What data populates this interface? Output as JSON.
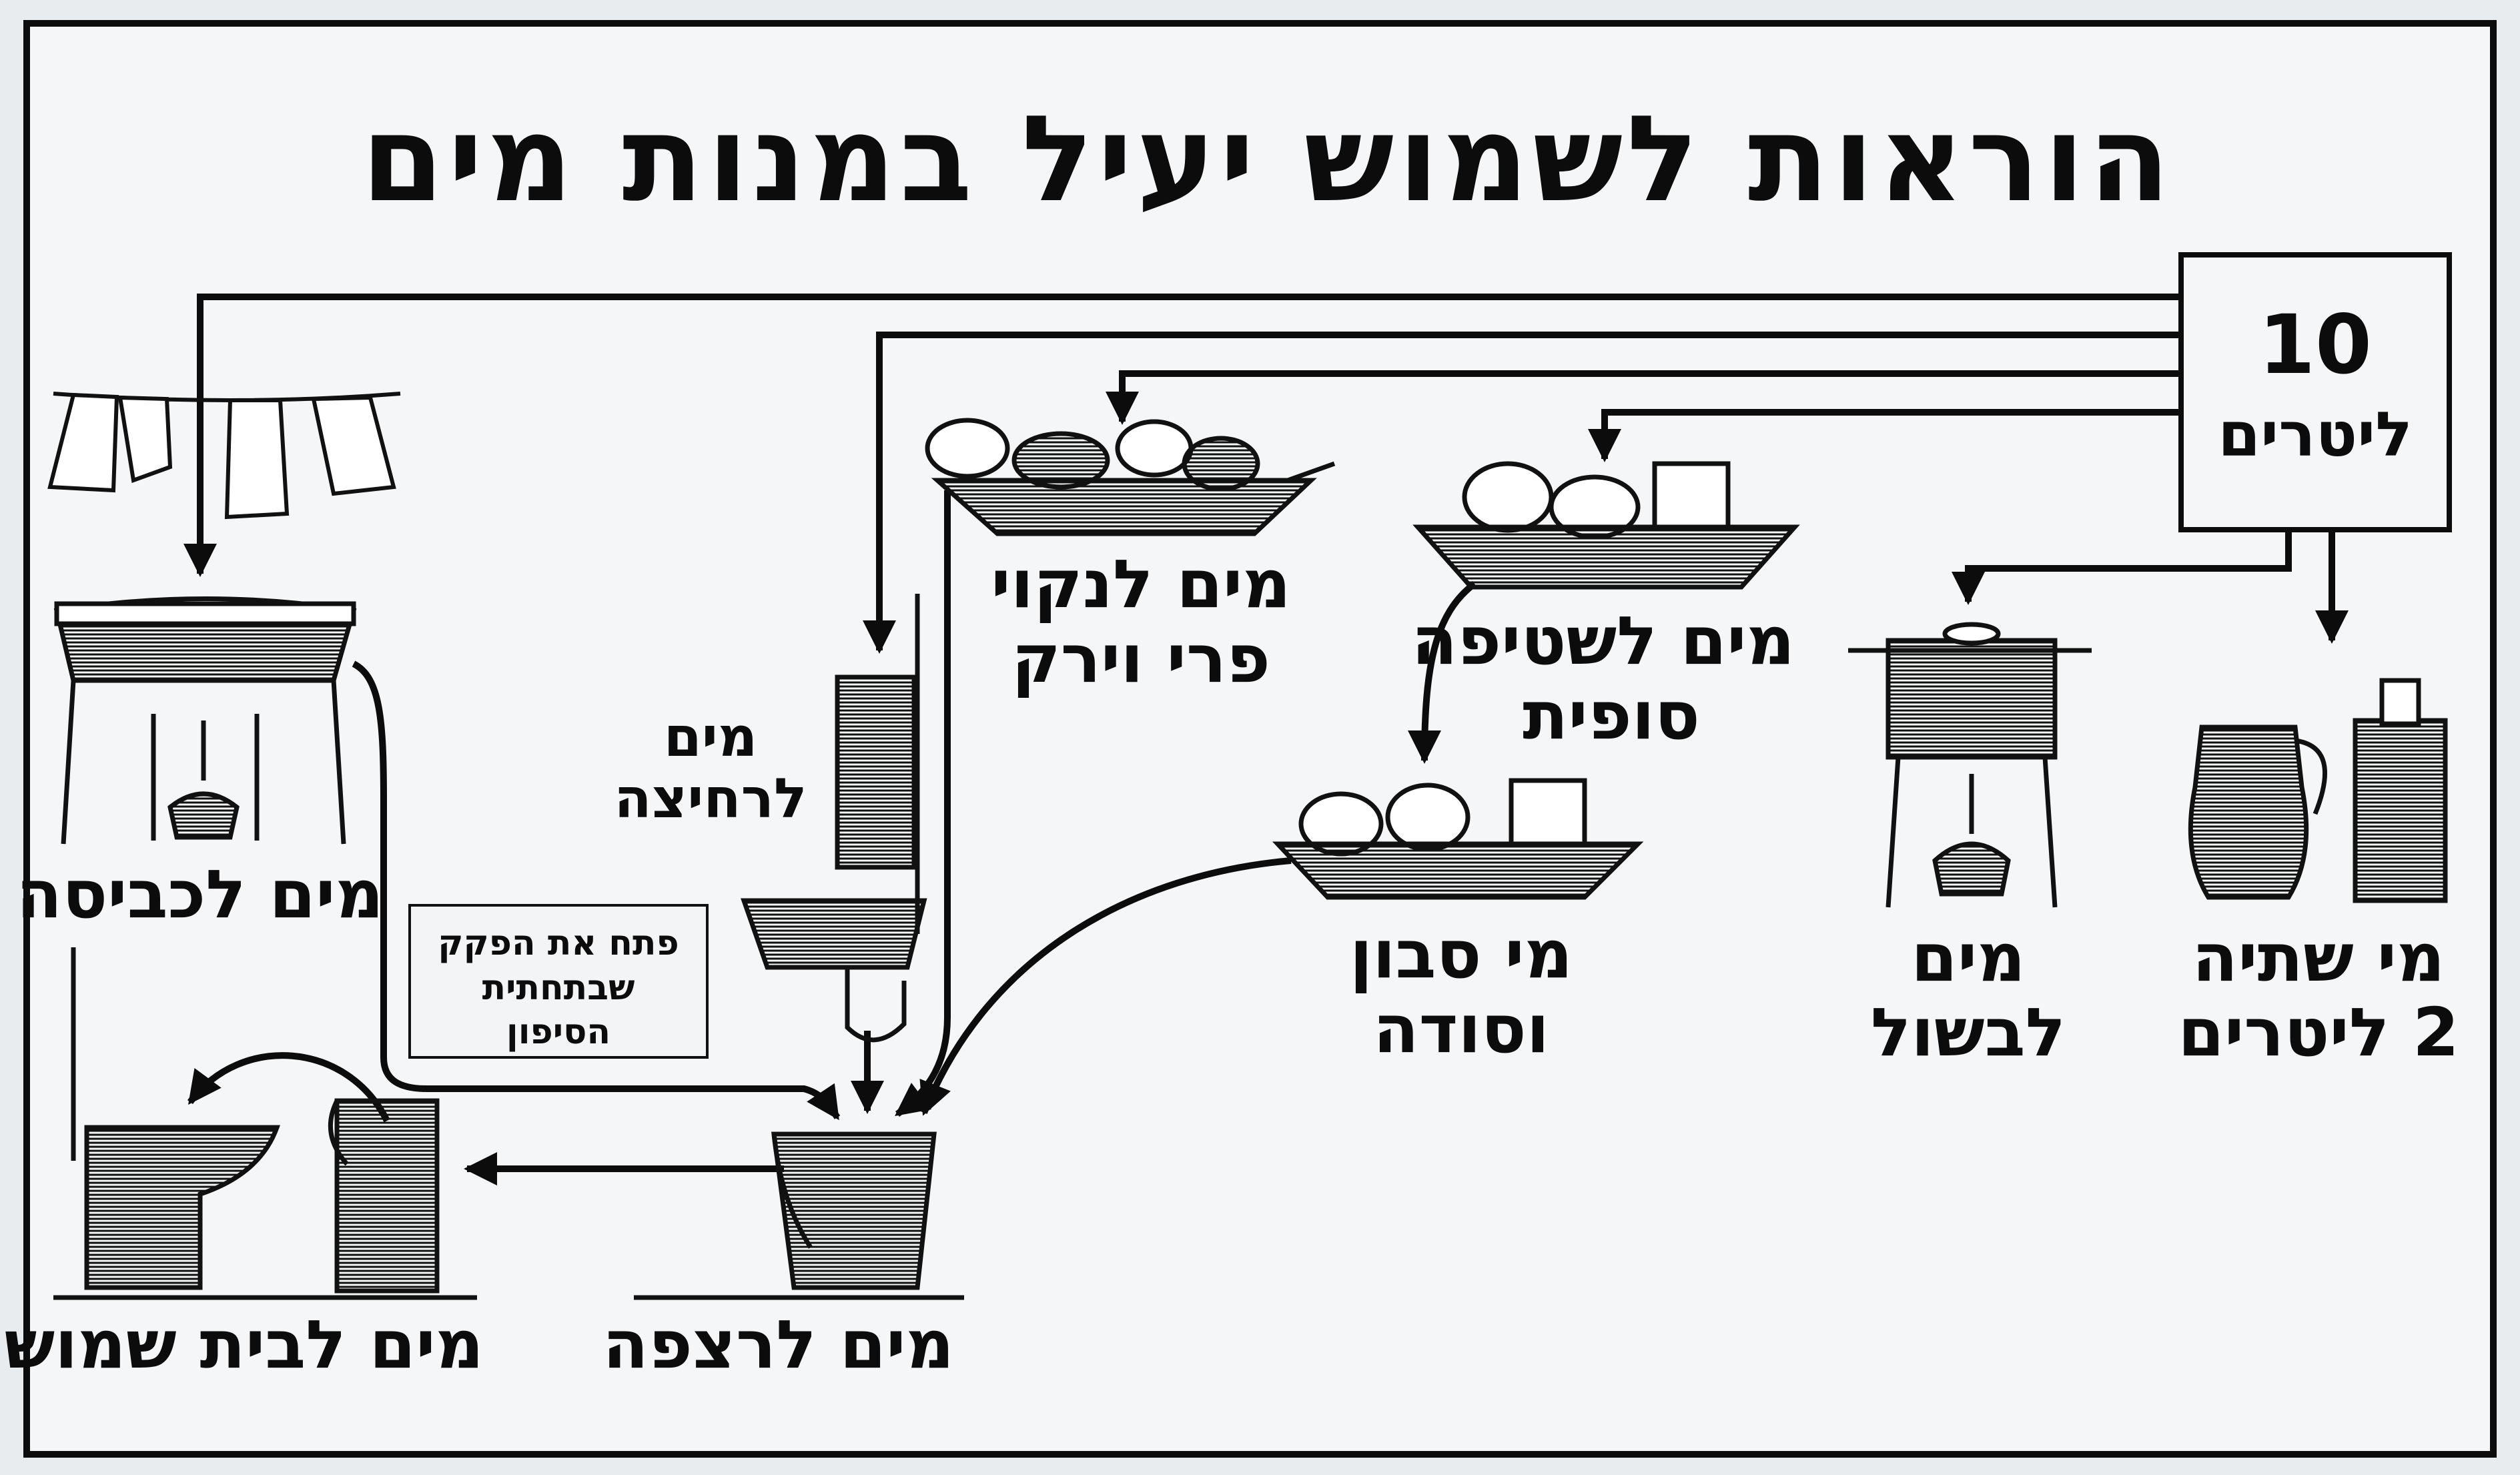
{
  "title": "הוראות לשמוש יעיל במנות מים",
  "source": {
    "amount": "10",
    "unit": "ליטרים"
  },
  "labels": {
    "laundry": [
      "מים לכביסה"
    ],
    "fruit": [
      "מים לנקוי",
      "פרי וירק"
    ],
    "dishes": [
      "מים לשטיפה",
      "סופית"
    ],
    "handwash": [
      "מים",
      "לרחיצה"
    ],
    "soap": [
      "מי סבון",
      "וסודה"
    ],
    "cooking": [
      "מים",
      "לבשול"
    ],
    "drinking": [
      "מי שתיה",
      "2 ליטרים"
    ],
    "floor": [
      "מים לרצפה"
    ],
    "toilet": [
      "מים לבית שמוש"
    ]
  },
  "note": [
    "פתח את הפקק",
    "שבתחתית",
    "הסיפון"
  ],
  "colors": {
    "frame": "#0c0c0c",
    "panel": "#f5f6f7",
    "background": "#e9ecef",
    "ink": "#0c0c0c"
  }
}
